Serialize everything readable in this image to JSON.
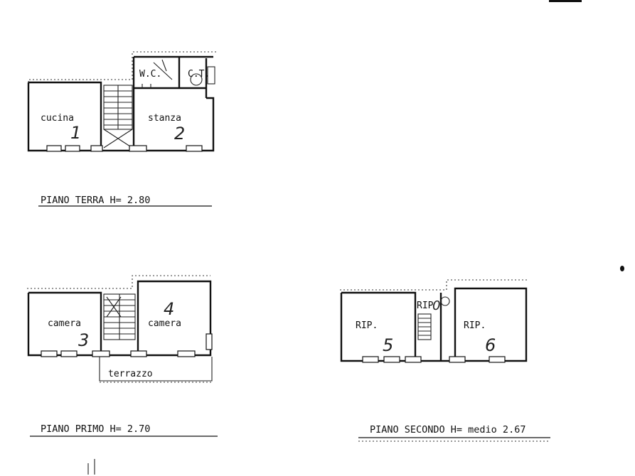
{
  "floors": {
    "ground": {
      "caption": "PIANO TERRA H= 2.80",
      "rooms": [
        {
          "label": "cucina",
          "number": "1"
        },
        {
          "label": "stanza",
          "number": "2"
        },
        {
          "label": "W.C.",
          "number": ""
        },
        {
          "label": "C.T.",
          "number": ""
        }
      ]
    },
    "first": {
      "caption": "PIANO PRIMO  H= 2.70",
      "rooms": [
        {
          "label": "camera",
          "number": "3"
        },
        {
          "label": "camera",
          "number": "4"
        },
        {
          "label": "terrazzo",
          "number": ""
        }
      ]
    },
    "second": {
      "caption": "PIANO SECONDO H= medio 2.67",
      "rooms": [
        {
          "label": "RIP.",
          "number": "5"
        },
        {
          "label": "RIP.",
          "number": "6"
        },
        {
          "label": "RIP",
          "number": "0"
        }
      ]
    }
  }
}
